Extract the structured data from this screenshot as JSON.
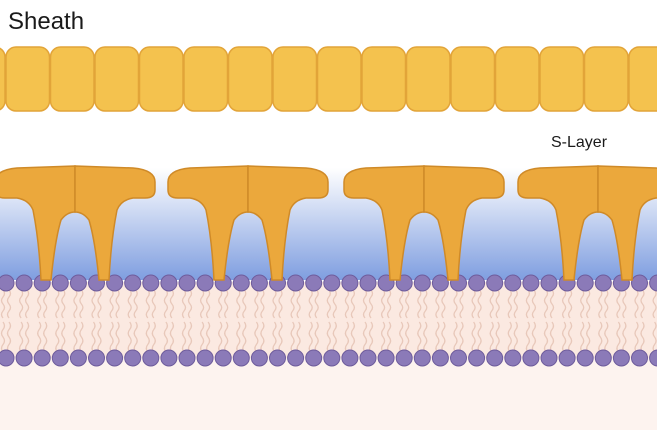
{
  "labels": {
    "sheath": "Sheath",
    "s_layer": "S-Layer"
  },
  "components": [
    "sheath-tile-row",
    "s-layer-protein-units",
    "lipid-bilayer-membrane"
  ],
  "colors": {
    "sheath_fill": "#f4c24e",
    "sheath_stroke": "#e2a439",
    "slayer_fill": "#eba83c",
    "slayer_stroke": "#cf8a28",
    "periplasm_top": "#ffffff",
    "periplasm_bottom": "#7f9ee0",
    "lipid_head": "#8b7ab8",
    "lipid_head_stroke": "#6e5c9c",
    "lipid_tail": "#e8c8ba",
    "membrane_bg": "#fbe9e1",
    "cytoplasm_bg": "#fdf3ef"
  }
}
